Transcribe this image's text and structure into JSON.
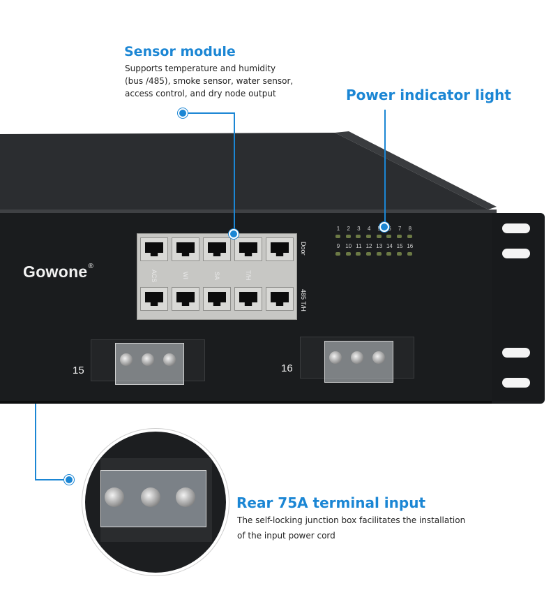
{
  "sensor_module": {
    "title": "Sensor module",
    "description_lines": [
      "Supports temperature and humidity",
      "(bus /485), smoke sensor, water sensor,",
      "access control, and dry node output"
    ]
  },
  "power_indicator": {
    "title": "Power indicator light"
  },
  "rear_terminal": {
    "title": "Rear 75A terminal input",
    "description_lines": [
      "The self-locking junction box facilitates the installation",
      "of the input power cord"
    ]
  },
  "device": {
    "brand": "Gowone",
    "brand_mark": "®",
    "port_labels_top": [
      "ACS",
      "WI",
      "SA",
      "T/H"
    ],
    "door_label": "Door",
    "row_label_bottom": "485 T/H",
    "led_numbers_row1": [
      "1",
      "2",
      "3",
      "4",
      "5",
      "6",
      "7",
      "8"
    ],
    "led_numbers_row2": [
      "9",
      "10",
      "11",
      "12",
      "13",
      "14",
      "15",
      "16"
    ],
    "terminal_left_number": "15",
    "terminal_right_number": "16"
  },
  "colors": {
    "accent": "#1b86d4",
    "chassis": "#1a1c1e",
    "led": "#6c7a45"
  }
}
